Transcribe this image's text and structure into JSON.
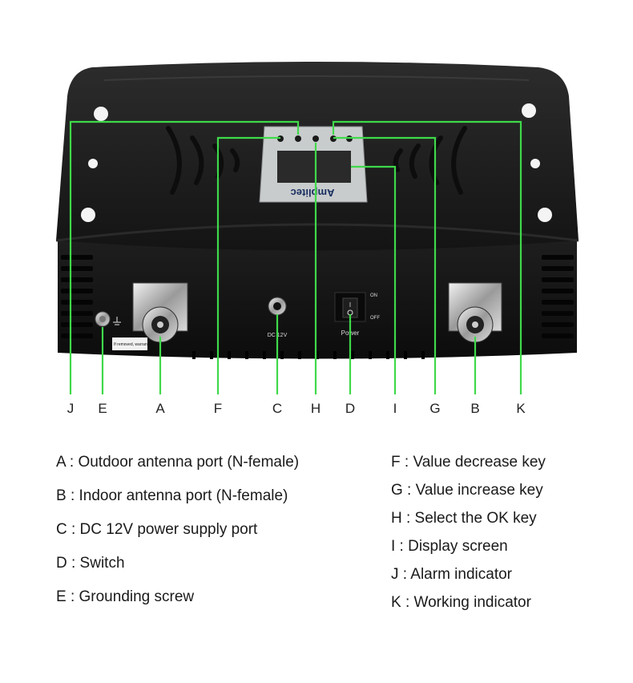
{
  "device": {
    "logo_text": "Amplitec",
    "port_label_dc": "DC 12V",
    "switch_label": "Power",
    "switch_on": "ON",
    "switch_off": "OFF",
    "sticker_text": "If removed, warranty void.",
    "switch_glyph": "I"
  },
  "callouts": [
    {
      "id": "J",
      "letter": "J"
    },
    {
      "id": "E",
      "letter": "E"
    },
    {
      "id": "A",
      "letter": "A"
    },
    {
      "id": "F",
      "letter": "F"
    },
    {
      "id": "C",
      "letter": "C"
    },
    {
      "id": "H",
      "letter": "H"
    },
    {
      "id": "D",
      "letter": "D"
    },
    {
      "id": "I",
      "letter": "I"
    },
    {
      "id": "G",
      "letter": "G"
    },
    {
      "id": "B",
      "letter": "B"
    },
    {
      "id": "K",
      "letter": "K"
    }
  ],
  "legend": {
    "left": [
      "A : Outdoor antenna port (N-female)",
      "B : Indoor antenna port (N-female)",
      "C : DC 12V power supply port",
      "D : Switch",
      "E : Grounding screw"
    ],
    "right": [
      "F : Value decrease key",
      "G : Value increase key",
      "H : Select the OK key",
      "I : Display screen",
      "J : Alarm indicator",
      "K : Working indicator"
    ]
  },
  "colors": {
    "leader_line": "#3fd94a",
    "housing": "#1b1b1b",
    "screen": "#d8dcdc"
  }
}
